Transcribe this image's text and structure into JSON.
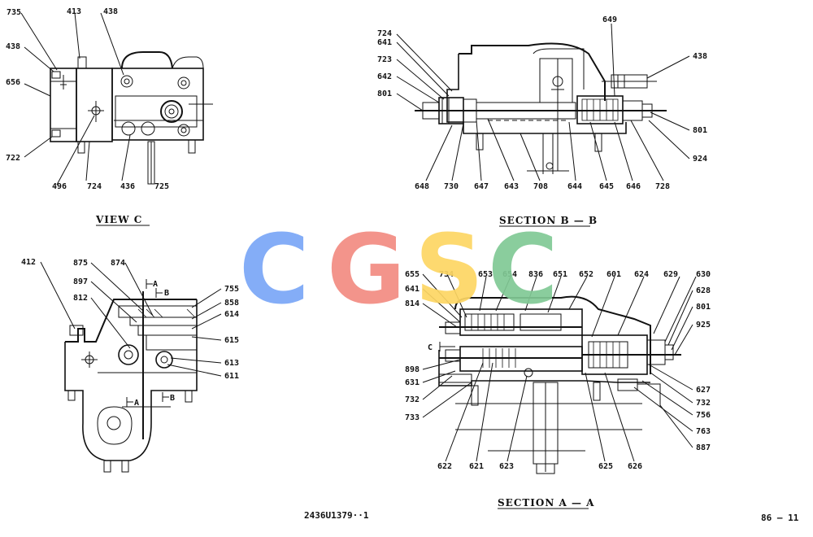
{
  "views": {
    "view_c": {
      "title": "VIEW  C",
      "labels": [
        "735",
        "413",
        "438",
        "438",
        "656",
        "722",
        "496",
        "724",
        "436",
        "725"
      ]
    },
    "section_bb": {
      "title": "SECTION  B — B",
      "labels": [
        "724",
        "641",
        "723",
        "642",
        "801",
        "649",
        "438",
        "801",
        "924",
        "648",
        "730",
        "647",
        "643",
        "708",
        "644",
        "645",
        "646",
        "728"
      ]
    },
    "left_view": {
      "labels": [
        "412",
        "875",
        "874",
        "897",
        "812",
        "755",
        "858",
        "614",
        "615",
        "613",
        "611"
      ],
      "markers": [
        "A",
        "B",
        "A",
        "B"
      ]
    },
    "section_aa": {
      "title": "SECTION  A — A",
      "labels": [
        "655",
        "734",
        "653",
        "654",
        "836",
        "651",
        "652",
        "601",
        "624",
        "629",
        "630",
        "641",
        "814",
        "628",
        "801",
        "925",
        "898",
        "631",
        "732",
        "733",
        "627",
        "732",
        "756",
        "763",
        "887",
        "622",
        "621",
        "623",
        "625",
        "626"
      ],
      "marker": "C"
    }
  },
  "footer": {
    "drawing_number": "2436U1379··1",
    "page_number": "86 — 11"
  },
  "watermark": {
    "letters": [
      "C",
      "G",
      "S",
      "C"
    ],
    "colors": [
      "#7aa7f7",
      "#f28b82",
      "#fdd663",
      "#81c995"
    ]
  }
}
